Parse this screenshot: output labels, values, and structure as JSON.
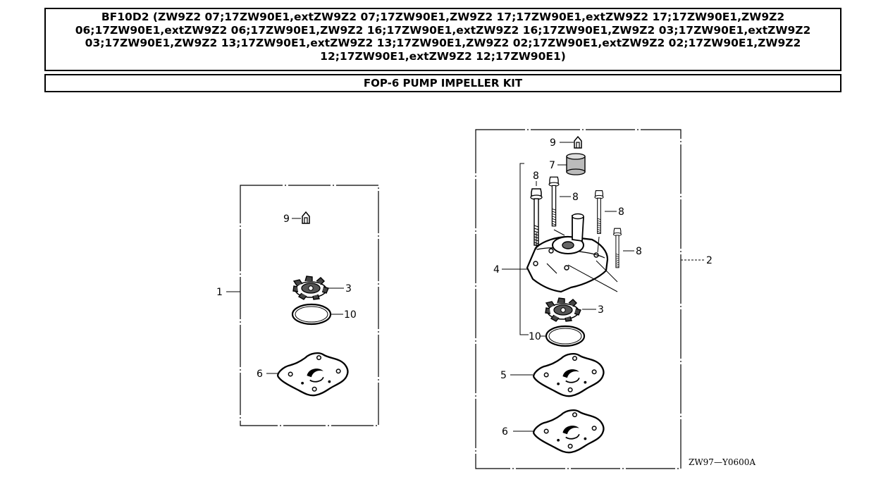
{
  "header": {
    "title": "BF10D2 (ZW9Z2 07;17ZW90E1,extZW9Z2 07;17ZW90E1,ZW9Z2 17;17ZW90E1,extZW9Z2 17;17ZW90E1,ZW9Z2 06;17ZW90E1,extZW9Z2 06;17ZW90E1,ZW9Z2 16;17ZW90E1,extZW9Z2 16;17ZW90E1,ZW9Z2 03;17ZW90E1,extZW9Z2 03;17ZW90E1,ZW9Z2 13;17ZW90E1,extZW9Z2 13;17ZW90E1,ZW9Z2 02;17ZW90E1,extZW9Z2 02;17ZW90E1,ZW9Z2 12;17ZW90E1,extZW9Z2 12;17ZW90E1)",
    "subtitle": "FOP-6 PUMP IMPELLER KIT"
  },
  "diagram": {
    "drawing_code": "ZW97—Y0600A",
    "left_kit": {
      "callouts": {
        "kit": "1",
        "clip": "9",
        "impeller": "3",
        "oring": "10",
        "gasket": "6"
      }
    },
    "right_kit": {
      "callouts": {
        "kit": "2",
        "clip": "9",
        "grommet": "7",
        "bolt_a": "8",
        "bolt_b": "8",
        "bolt_c": "8",
        "bolt_d": "8",
        "housing": "4",
        "impeller": "3",
        "oring": "10",
        "gasket_a": "5",
        "gasket_b": "6"
      }
    }
  }
}
